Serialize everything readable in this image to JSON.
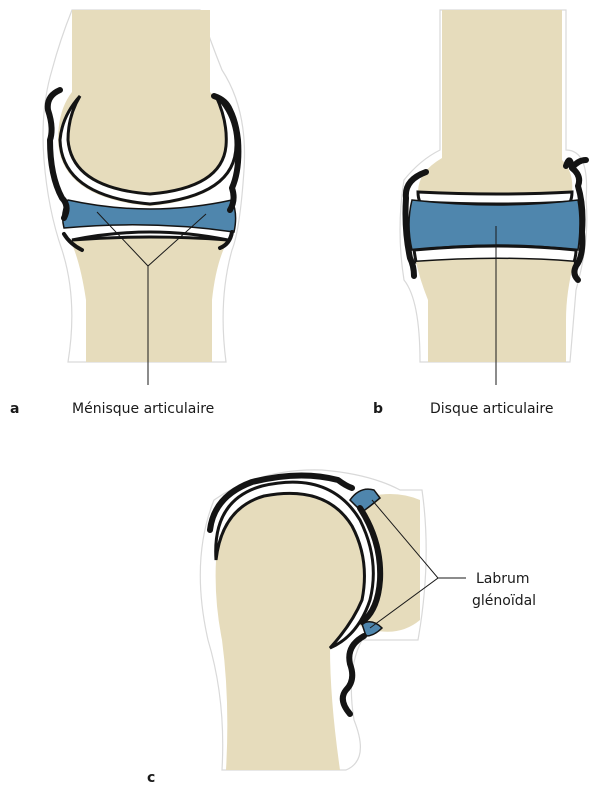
{
  "colors": {
    "bone": "#e6dcbc",
    "fibrocartilage": "#4f86ad",
    "capsule": "#141414",
    "halo": "#d9d9d9"
  },
  "panels": {
    "a": {
      "letter": "a",
      "label": "Ménisque articulaire"
    },
    "b": {
      "letter": "b",
      "label": "Disque articulaire"
    },
    "c": {
      "letter": "c",
      "label_line1": "Labrum",
      "label_line2": "glénoïdal"
    }
  }
}
